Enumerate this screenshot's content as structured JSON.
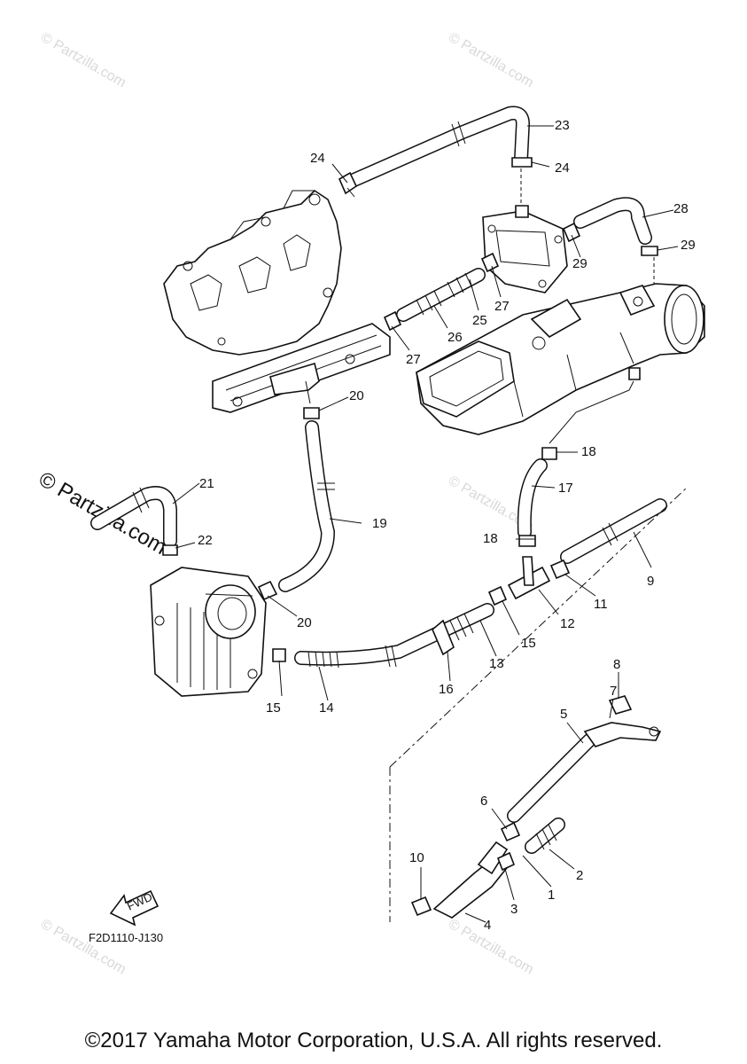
{
  "watermark": "© Partzilla.com",
  "diagram_code": "F2D1110-J130",
  "fwd_label": "FWD",
  "copyright": "©2017 Yamaha Motor Corporation, U.S.A. All rights reserved.",
  "callouts": [
    {
      "id": "c23",
      "text": "23"
    },
    {
      "id": "c24a",
      "text": "24"
    },
    {
      "id": "c24b",
      "text": "24"
    },
    {
      "id": "c28",
      "text": "28"
    },
    {
      "id": "c29a",
      "text": "29"
    },
    {
      "id": "c29b",
      "text": "29"
    },
    {
      "id": "c27a",
      "text": "27"
    },
    {
      "id": "c25",
      "text": "25"
    },
    {
      "id": "c26",
      "text": "26"
    },
    {
      "id": "c27b",
      "text": "27"
    },
    {
      "id": "c20a",
      "text": "20"
    },
    {
      "id": "c18a",
      "text": "18"
    },
    {
      "id": "c17",
      "text": "17"
    },
    {
      "id": "c21",
      "text": "21"
    },
    {
      "id": "c19",
      "text": "19"
    },
    {
      "id": "c22",
      "text": "22"
    },
    {
      "id": "c18b",
      "text": "18"
    },
    {
      "id": "c9",
      "text": "9"
    },
    {
      "id": "c11",
      "text": "11"
    },
    {
      "id": "c12",
      "text": "12"
    },
    {
      "id": "c20b",
      "text": "20"
    },
    {
      "id": "c15a",
      "text": "15"
    },
    {
      "id": "c13",
      "text": "13"
    },
    {
      "id": "c16",
      "text": "16"
    },
    {
      "id": "c15b",
      "text": "15"
    },
    {
      "id": "c14",
      "text": "14"
    },
    {
      "id": "c8",
      "text": "8"
    },
    {
      "id": "c7",
      "text": "7"
    },
    {
      "id": "c5",
      "text": "5"
    },
    {
      "id": "c6",
      "text": "6"
    },
    {
      "id": "c2",
      "text": "2"
    },
    {
      "id": "c10",
      "text": "10"
    },
    {
      "id": "c1",
      "text": "1"
    },
    {
      "id": "c3",
      "text": "3"
    },
    {
      "id": "c4",
      "text": "4"
    }
  ]
}
